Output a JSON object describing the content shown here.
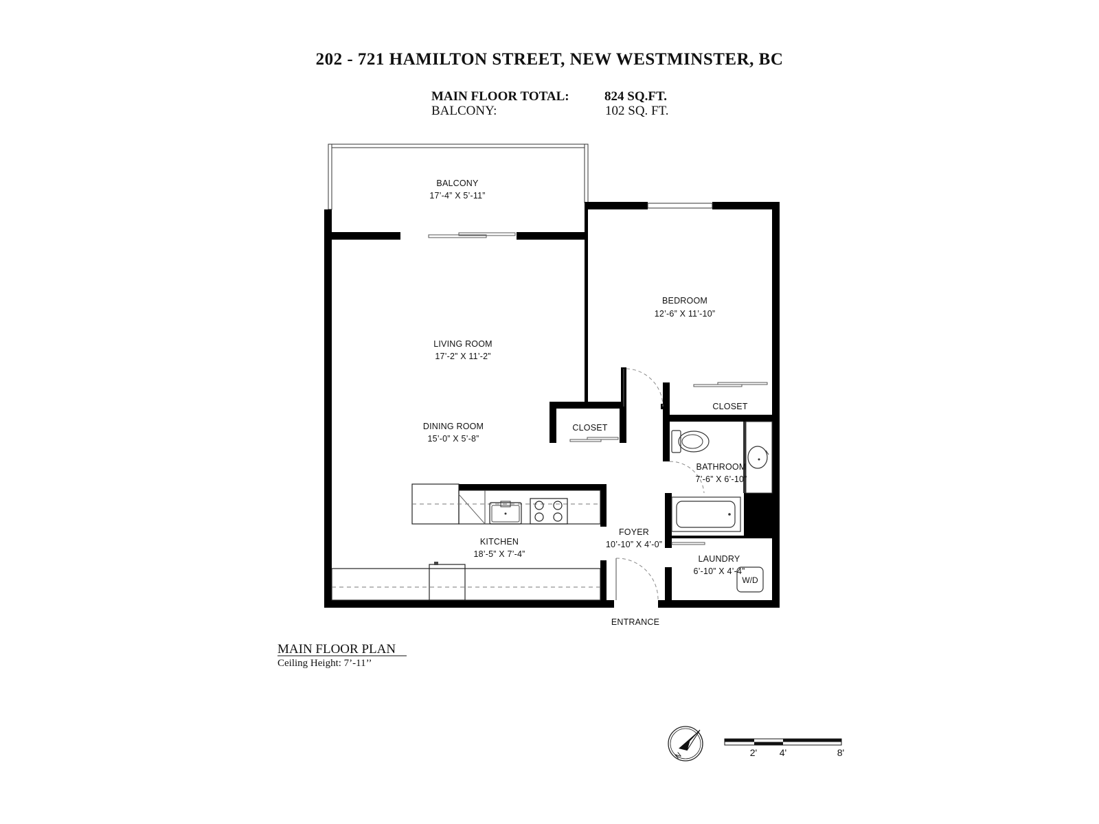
{
  "header": {
    "address": "202 - 721 HAMILTON STREET, NEW WESTMINSTER, BC",
    "main_floor_total_label": "MAIN FLOOR TOTAL:",
    "main_floor_total_value": "824 SQ.FT.",
    "balcony_label": "BALCONY:",
    "balcony_value": "102 SQ. FT."
  },
  "rooms": {
    "balcony": {
      "name": "BALCONY",
      "size": "17’-4” X 5’-11”"
    },
    "living_room": {
      "name": "LIVING ROOM",
      "size": "17’-2” X 11’-2”"
    },
    "dining_room": {
      "name": "DINING ROOM",
      "size": "15’-0” X 5’-8”"
    },
    "bedroom": {
      "name": "BEDROOM",
      "size": "12’-6” X 11’-10”"
    },
    "closet_bedroom": {
      "name": "CLOSET"
    },
    "closet_hall": {
      "name": "CLOSET"
    },
    "bathroom": {
      "name": "BATHROOM",
      "size": "7’-6” X 6’-10”"
    },
    "kitchen": {
      "name": "KITCHEN",
      "size": "18’-5” X 7’-4”"
    },
    "foyer": {
      "name": "FOYER",
      "size": "10’-10” X 4’-0”"
    },
    "laundry": {
      "name": "LAUNDRY",
      "size": "6’-10” X 4’-4”"
    },
    "washer_dryer": "W/D"
  },
  "entrance_label": "ENTRANCE",
  "footer": {
    "plan_title": "MAIN FLOOR PLAN",
    "ceiling_height": "Ceiling Height: 7’-11’’"
  },
  "compass": {
    "north_label": "N"
  },
  "scale_bar": {
    "labels": [
      "2'",
      "4'",
      "8'"
    ]
  },
  "colors": {
    "wall": "#000000",
    "background": "#ffffff"
  }
}
